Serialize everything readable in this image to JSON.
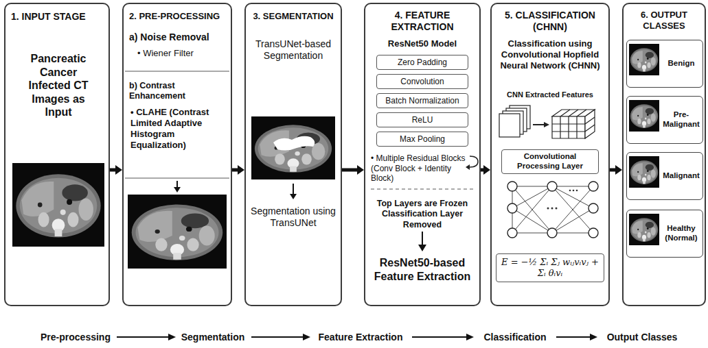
{
  "diagram": {
    "nodes": [
      {
        "text": [
          "1. INPUT STAGE",
          "Pancreatic Cancer Infected CT Images as Input"
        ]
      },
      {
        "text": [
          "2. PRE-PROCESSING",
          "a) Noise Removal",
          "• Wiener Filter",
          "b) Contrast Enhancement",
          "• CLAHE (Contrast Limited Adaptive Histogram Equalization)"
        ]
      },
      {
        "text": [
          "3. SEGMENTATION",
          "TransUNet-based Segmentation",
          "Segmentation using TransUNet"
        ]
      },
      {
        "text": [
          "4. FEATURE EXTRACTION",
          "ResNet50 Model",
          "• Multiple Residual Blocks (Conv Block + Identity Block)",
          "Top Layers are Frozen Classification Layer Removed",
          "ResNet50-based Feature Extraction"
        ]
      },
      {
        "text": [
          "Zero Padding"
        ],
        "in": 3
      },
      {
        "text": [
          "Convolution"
        ],
        "in": 3
      },
      {
        "text": [
          "Batch Normalization"
        ],
        "in": 3
      },
      {
        "text": [
          "ReLU"
        ],
        "in": 3
      },
      {
        "text": [
          "Max Pooling"
        ],
        "in": 3
      },
      {
        "text": [
          "5. CLASSIFICATION (CHNN)",
          "Classification using Convolutional Hopfield Neural Network (CHNN)",
          "CNN Extracted Features"
        ]
      },
      {
        "text": [
          "Convolutional Processing Layer"
        ],
        "in": 9
      },
      {
        "text": [
          "E = −½ Σᵢ Σⱼ wᵢⱼvᵢvⱼ + Σᵢ θᵢvᵢ"
        ],
        "in": 9
      },
      {
        "text": [
          "6. OUTPUT CLASSES"
        ]
      },
      {
        "text": [
          "Benign"
        ],
        "in": 12
      },
      {
        "text": [
          "Pre-Malignant"
        ],
        "in": 12
      },
      {
        "text": [
          "Malignant"
        ],
        "in": 12
      },
      {
        "text": [
          "Healthy (Normal)"
        ],
        "in": 12
      }
    ],
    "edges": [
      {
        "from": 0,
        "to": 1,
        "arrow": "to"
      },
      {
        "from": 1,
        "to": 2,
        "arrow": "to"
      },
      {
        "from": 2,
        "to": 3,
        "arrow": "to"
      },
      {
        "from": 3,
        "to": 9,
        "arrow": "to"
      },
      {
        "from": 9,
        "to": 12,
        "arrow": "to"
      }
    ],
    "labels": [
      "Pre-processing",
      "Segmentation",
      "Feature Extraction",
      "Classification",
      "Output Classes"
    ]
  }
}
